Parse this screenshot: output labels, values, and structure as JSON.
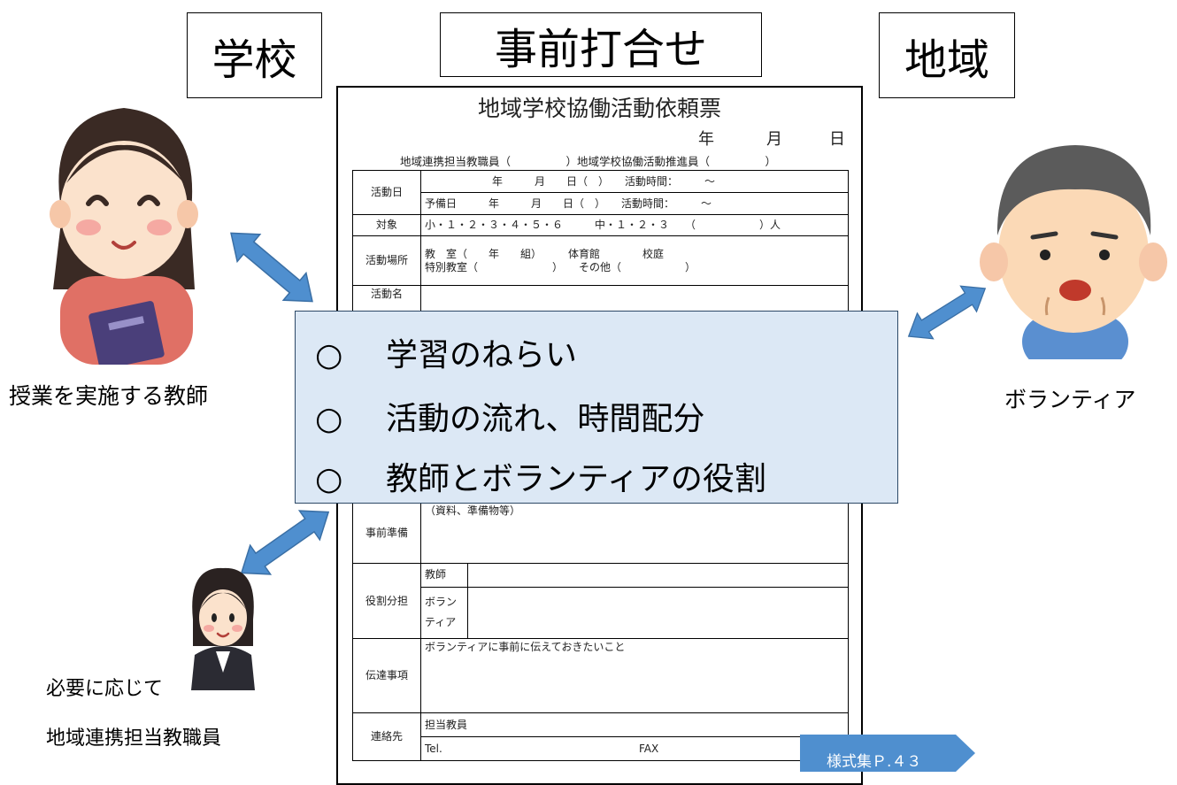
{
  "headers": {
    "school": "学校",
    "meeting": "事前打合せ",
    "community": "地域"
  },
  "people": {
    "teacher_caption": "授業を実施する教師",
    "volunteer_caption": "ボランティア",
    "staff_caption_line1": "必要に応じて",
    "staff_caption_line2": "地域連携担当教職員"
  },
  "form": {
    "title": "地域学校協働活動依頼票",
    "date": {
      "year": "年",
      "month": "月",
      "day": "日"
    },
    "liaison": "地域連携担当教職員（　　　　　）地域学校協働活動推進員（　　　　　）",
    "rows": {
      "activity_date_label": "活動日",
      "activity_date_line1": "年　　　月　　日（　）　　活動時間：　　　～",
      "activity_date_line2_prefix": "予備日",
      "activity_date_line2": "年　　　月　　日（　）　　活動時間：　　　～",
      "target_label": "対象",
      "target_value": "小・１・２・３・４・５・６　　　中・１・２・３　　（　　　　　　）人",
      "place_label": "活動場所",
      "place_line1": "教　室（　　年　　組）　　　体育館　　　　校庭",
      "place_line2": "特別教室（　　　　　　　）　　その他（　　　　　　）",
      "name_label": "活動名",
      "prep_label": "事前準備",
      "prep_note": "（資料、準備物等）",
      "roles_label": "役割分担",
      "role_teacher": "教師",
      "role_volunteer_1": "ボラン",
      "role_volunteer_2": "ティア",
      "message_label": "伝達事項",
      "message_note": "ボランティアに事前に伝えておきたいこと",
      "contact_label": "連絡先",
      "contact_teacher": "担当教員",
      "contact_tel": "Tel.",
      "contact_fax": "FAX"
    }
  },
  "callout": {
    "mark": "○",
    "items": [
      "学習のねらい",
      "活動の流れ、時間配分",
      "教師とボランティアの役割"
    ]
  },
  "reference_tag": "様式集Ｐ.４３",
  "colors": {
    "arrow": "#4f8fcf",
    "callout_bg": "#dce8f5",
    "tag": "#4f8fcf",
    "teacher_shirt": "#e07065",
    "volunteer_shirt": "#5a8fd0"
  }
}
